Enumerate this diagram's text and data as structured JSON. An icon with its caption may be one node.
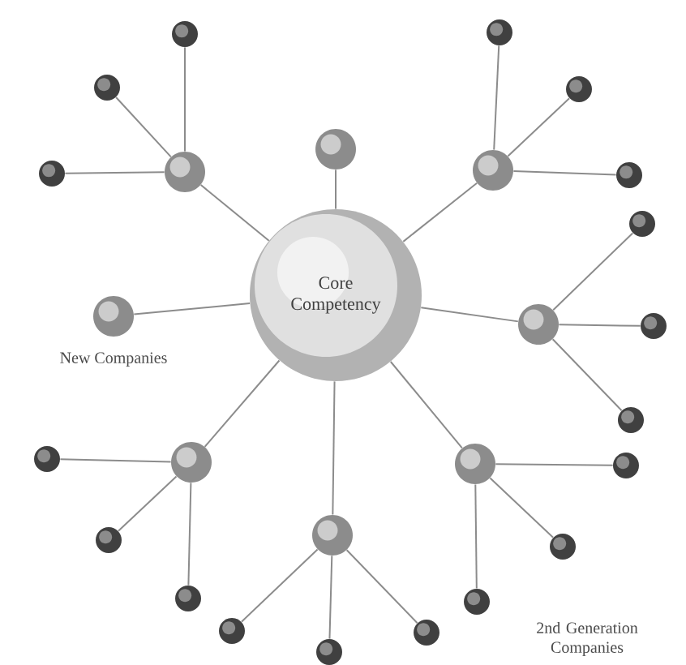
{
  "diagram": {
    "nodes": [
      {
        "text": [
          "Core Competency"
        ]
      },
      {
        "text": [],
        "shape": "circle"
      },
      {
        "text": [],
        "shape": "circle"
      },
      {
        "text": [],
        "shape": "circle"
      },
      {
        "text": [],
        "shape": "circle"
      },
      {
        "text": [],
        "shape": "circle"
      },
      {
        "text": [],
        "shape": "circle"
      },
      {
        "text": [],
        "shape": "circle"
      },
      {
        "text": [],
        "shape": "circle"
      },
      {
        "text": [],
        "shape": "circle"
      },
      {
        "text": [],
        "shape": "circle",
        "beside": [
          "New Companies"
        ]
      },
      {
        "text": [],
        "shape": "circle"
      },
      {
        "text": [],
        "shape": "circle"
      },
      {
        "text": [],
        "shape": "circle"
      },
      {
        "text": [],
        "shape": "circle"
      },
      {
        "text": [],
        "shape": "circle"
      },
      {
        "text": [],
        "shape": "circle"
      },
      {
        "text": [],
        "shape": "circle"
      },
      {
        "text": [],
        "shape": "circle"
      },
      {
        "text": [],
        "shape": "circle"
      },
      {
        "text": [],
        "shape": "circle"
      },
      {
        "text": [],
        "shape": "circle"
      },
      {
        "text": [],
        "shape": "circle"
      },
      {
        "text": [],
        "shape": "circle"
      },
      {
        "text": [],
        "shape": "circle"
      },
      {
        "text": [],
        "shape": "circle"
      },
      {
        "text": [],
        "shape": "circle"
      }
    ],
    "edges": [
      {
        "from": 0,
        "to": 1,
        "arrow": "none"
      },
      {
        "from": 0,
        "to": 2,
        "arrow": "none"
      },
      {
        "from": 2,
        "to": 3,
        "arrow": "none"
      },
      {
        "from": 2,
        "to": 4,
        "arrow": "none"
      },
      {
        "from": 2,
        "to": 5,
        "arrow": "none"
      },
      {
        "from": 0,
        "to": 6,
        "arrow": "none"
      },
      {
        "from": 6,
        "to": 7,
        "arrow": "none"
      },
      {
        "from": 6,
        "to": 8,
        "arrow": "none"
      },
      {
        "from": 6,
        "to": 9,
        "arrow": "none"
      },
      {
        "from": 0,
        "to": 10,
        "arrow": "none"
      },
      {
        "from": 0,
        "to": 11,
        "arrow": "none"
      },
      {
        "from": 11,
        "to": 12,
        "arrow": "none"
      },
      {
        "from": 11,
        "to": 13,
        "arrow": "none"
      },
      {
        "from": 11,
        "to": 14,
        "arrow": "none"
      },
      {
        "from": 0,
        "to": 15,
        "arrow": "none"
      },
      {
        "from": 15,
        "to": 16,
        "arrow": "none"
      },
      {
        "from": 15,
        "to": 17,
        "arrow": "none"
      },
      {
        "from": 15,
        "to": 18,
        "arrow": "none"
      },
      {
        "from": 0,
        "to": 19,
        "arrow": "none"
      },
      {
        "from": 19,
        "to": 20,
        "arrow": "none"
      },
      {
        "from": 19,
        "to": 21,
        "arrow": "none"
      },
      {
        "from": 19,
        "to": 22,
        "arrow": "none"
      },
      {
        "from": 0,
        "to": 23,
        "arrow": "none"
      },
      {
        "from": 23,
        "to": 24,
        "arrow": "none"
      },
      {
        "from": 23,
        "to": 25,
        "arrow": "none"
      },
      {
        "from": 23,
        "to": 26,
        "arrow": "none"
      }
    ],
    "labels": [
      "2nd Generation Companies"
    ]
  }
}
